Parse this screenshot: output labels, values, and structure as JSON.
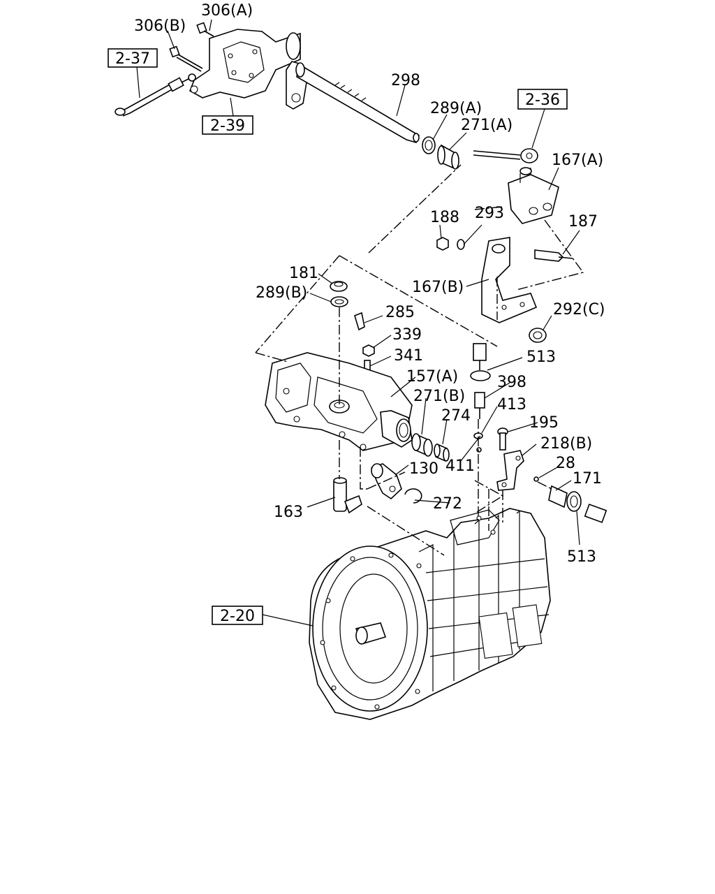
{
  "references": [
    {
      "id": "ref-2-37",
      "label": "2-37"
    },
    {
      "id": "ref-2-39",
      "label": "2-39"
    },
    {
      "id": "ref-2-36",
      "label": "2-36"
    },
    {
      "id": "ref-2-20",
      "label": "2-20"
    }
  ],
  "callouts": [
    {
      "id": "306a",
      "label": "306(A)"
    },
    {
      "id": "306b",
      "label": "306(B)"
    },
    {
      "id": "298",
      "label": "298"
    },
    {
      "id": "289a",
      "label": "289(A)"
    },
    {
      "id": "271a",
      "label": "271(A)"
    },
    {
      "id": "167a",
      "label": "167(A)"
    },
    {
      "id": "188",
      "label": "188"
    },
    {
      "id": "293",
      "label": "293"
    },
    {
      "id": "187",
      "label": "187"
    },
    {
      "id": "181",
      "label": "181"
    },
    {
      "id": "289b",
      "label": "289(B)"
    },
    {
      "id": "167b",
      "label": "167(B)"
    },
    {
      "id": "285",
      "label": "285"
    },
    {
      "id": "292c",
      "label": "292(C)"
    },
    {
      "id": "339",
      "label": "339"
    },
    {
      "id": "341",
      "label": "341"
    },
    {
      "id": "513a",
      "label": "513"
    },
    {
      "id": "157a",
      "label": "157(A)"
    },
    {
      "id": "398",
      "label": "398"
    },
    {
      "id": "271b",
      "label": "271(B)"
    },
    {
      "id": "413",
      "label": "413"
    },
    {
      "id": "274",
      "label": "274"
    },
    {
      "id": "195",
      "label": "195"
    },
    {
      "id": "218b",
      "label": "218(B)"
    },
    {
      "id": "130",
      "label": "130"
    },
    {
      "id": "411",
      "label": "411"
    },
    {
      "id": "28",
      "label": "28"
    },
    {
      "id": "171",
      "label": "171"
    },
    {
      "id": "272",
      "label": "272"
    },
    {
      "id": "163",
      "label": "163"
    },
    {
      "id": "513b",
      "label": "513"
    }
  ]
}
